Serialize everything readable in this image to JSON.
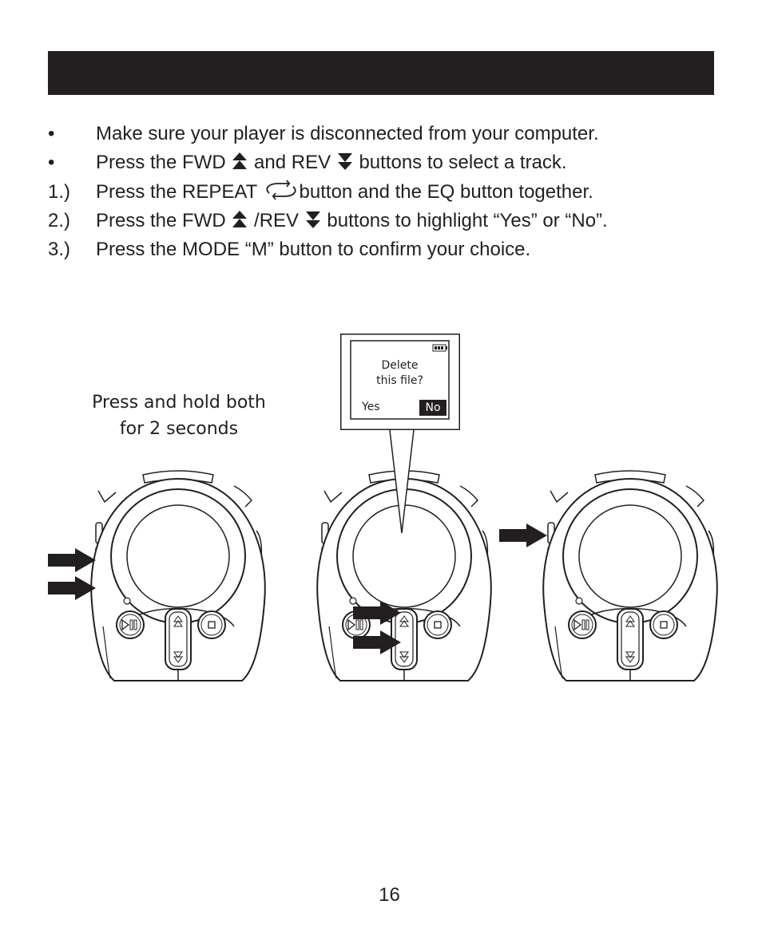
{
  "instructions": [
    {
      "marker": "•",
      "parts": [
        "Make sure your player is disconnected from your computer."
      ]
    },
    {
      "marker": "•",
      "parts": [
        "Press the FWD",
        "and REV",
        "buttons to select a track."
      ]
    },
    {
      "marker": "1.)",
      "parts": [
        "Press the REPEAT",
        "button and the EQ button together."
      ]
    },
    {
      "marker": "2.)",
      "parts": [
        "Press the FWD",
        "/REV",
        "buttons to highlight “Yes” or “No”."
      ]
    },
    {
      "marker": "3.)",
      "parts": [
        "Press the MODE “M” button to confirm your choice."
      ]
    }
  ],
  "figure": {
    "caption_line1": "Press and hold both",
    "caption_line2": "for 2 seconds",
    "screen": {
      "line1": "Delete",
      "line2": "this file?",
      "yes": "Yes",
      "no": "No"
    }
  },
  "icons": {
    "fwd": "double-up-arrow-icon",
    "rev": "double-down-arrow-icon",
    "repeat": "repeat-icon",
    "play_pause": "play-pause-icon",
    "stop": "stop-icon",
    "battery": "battery-icon",
    "arrow": "pointer-arrow-icon"
  },
  "colors": {
    "ink": "#231f20",
    "paper": "#ffffff"
  },
  "page_number": "16"
}
